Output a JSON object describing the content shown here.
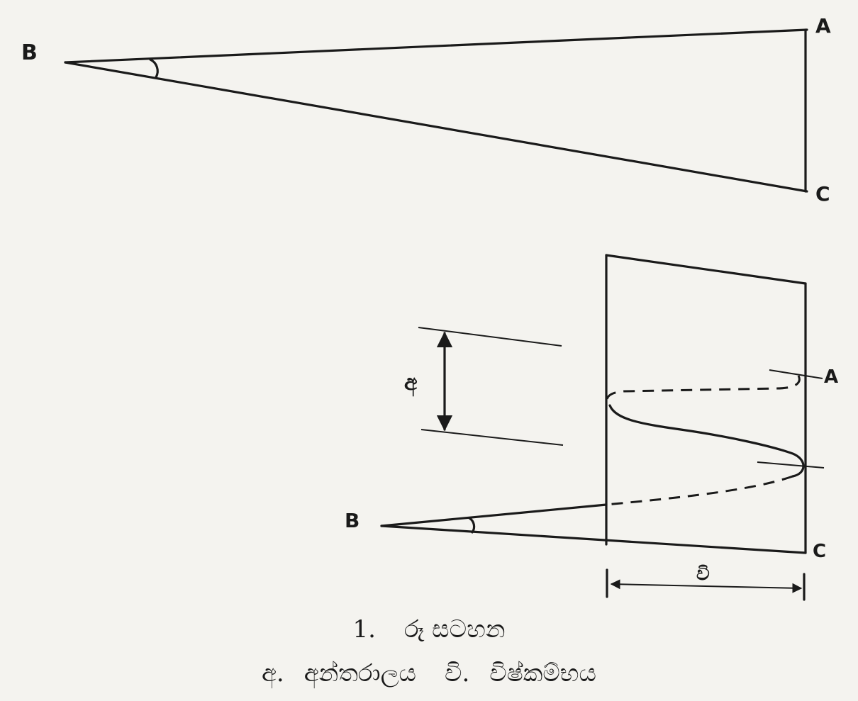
{
  "labels": {
    "top_b": "B",
    "top_a": "A",
    "top_c": "C",
    "bottom_b": "B",
    "bottom_a": "A",
    "bottom_c": "C",
    "interval_symbol": "අ",
    "diameter_symbol": "වි"
  },
  "caption": {
    "figure_number": "1.",
    "figure_title": "රූ සටහන",
    "key_interval_symbol": "අ.",
    "key_interval_text": "අන්තරාලය",
    "key_diameter_symbol": "වි.",
    "key_diameter_text": "විෂ්කම්භය"
  }
}
